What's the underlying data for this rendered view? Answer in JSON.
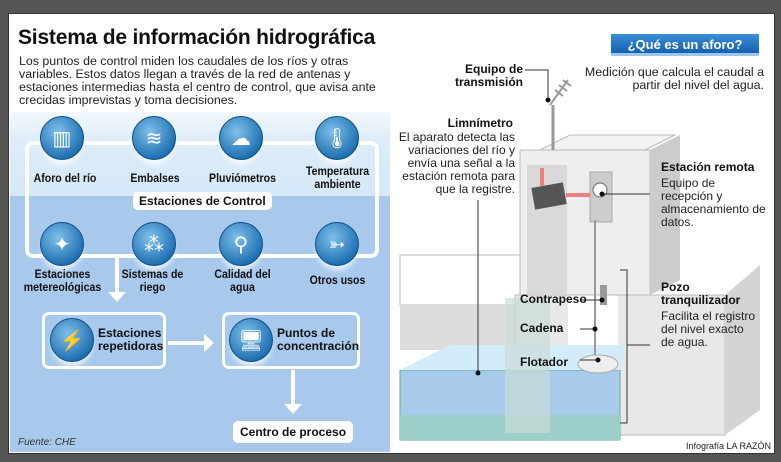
{
  "title": "Sistema de información hidrográfica",
  "intro": "Los puntos de control miden los caudales de los ríos y otras variables. Estos datos llegan a través de la red de antenas y estaciones intermedias hasta el centro de control, que avisa ante crecidas imprevistas y toma decisiones.",
  "stations_label": "Estaciones de Control",
  "stations": [
    {
      "label": "Aforo del río",
      "icon": "river-gauge-icon"
    },
    {
      "label": "Embalses",
      "icon": "dam-icon"
    },
    {
      "label": "Pluviómetros",
      "icon": "rain-cloud-icon"
    },
    {
      "label": "Temperatura ambiente",
      "icon": "thermometer-icon"
    },
    {
      "label": "Estaciones metereológicas",
      "icon": "weather-vane-icon"
    },
    {
      "label": "Sistemas de riego",
      "icon": "sprinkler-icon"
    },
    {
      "label": "Calidad del agua",
      "icon": "water-tap-icon"
    },
    {
      "label": "Otros usos",
      "icon": "fish-pylon-icon"
    }
  ],
  "flow": {
    "repeaters": "Estaciones repetidoras",
    "concentration": "Puntos de concentración",
    "process": "Centro de proceso"
  },
  "source": "Fuente: CHE",
  "aforo": {
    "button": "¿Qué es un aforo?",
    "definition": "Medición que calcula el caudal a partir del nivel del agua."
  },
  "parts": {
    "transmission": "Equipo de transmisión",
    "limnimeter_title": "Limnímetro",
    "limnimeter_text": "El aparato detecta las variaciones del río y envía una señal a la estación remota para que la registre.",
    "remote_title": "Estación remota",
    "remote_text": "Equipo de recepción y almacenamiento de datos.",
    "well_title": "Pozo tranquilizador",
    "well_text": "Facilita el registro del nivel exacto de agua.",
    "counterweight": "Contrapeso",
    "chain": "Cadena",
    "float": "Flotador"
  },
  "credit": "Infografía LA RAZÓN"
}
